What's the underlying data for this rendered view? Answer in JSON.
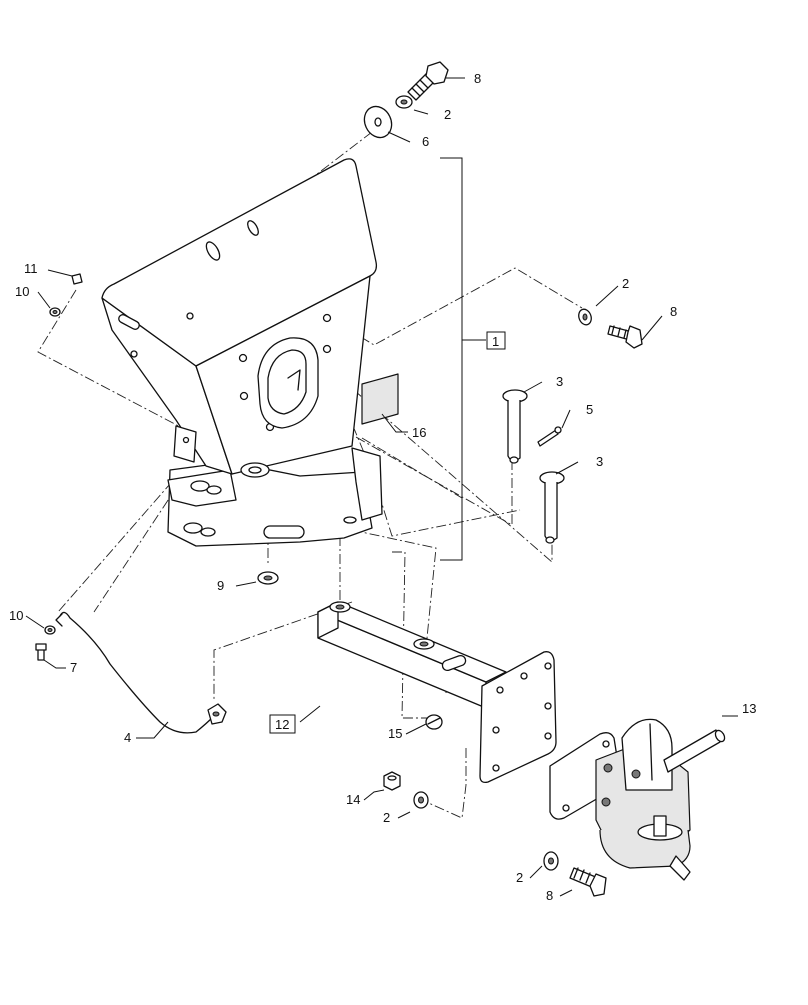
{
  "callouts": {
    "c8_top": "8",
    "c2_top": "2",
    "c6": "6",
    "c11": "11",
    "c10_top": "10",
    "c1": "1",
    "c2_right": "2",
    "c8_right": "8",
    "c3_a": "3",
    "c5": "5",
    "c16": "16",
    "c3_b": "3",
    "c9": "9",
    "c10_bottom": "10",
    "c7": "7",
    "c12": "12",
    "c4": "4",
    "c15": "15",
    "c13": "13",
    "c14": "14",
    "c2_mid": "2",
    "c2_bottom": "2",
    "c8_bottom": "8"
  }
}
